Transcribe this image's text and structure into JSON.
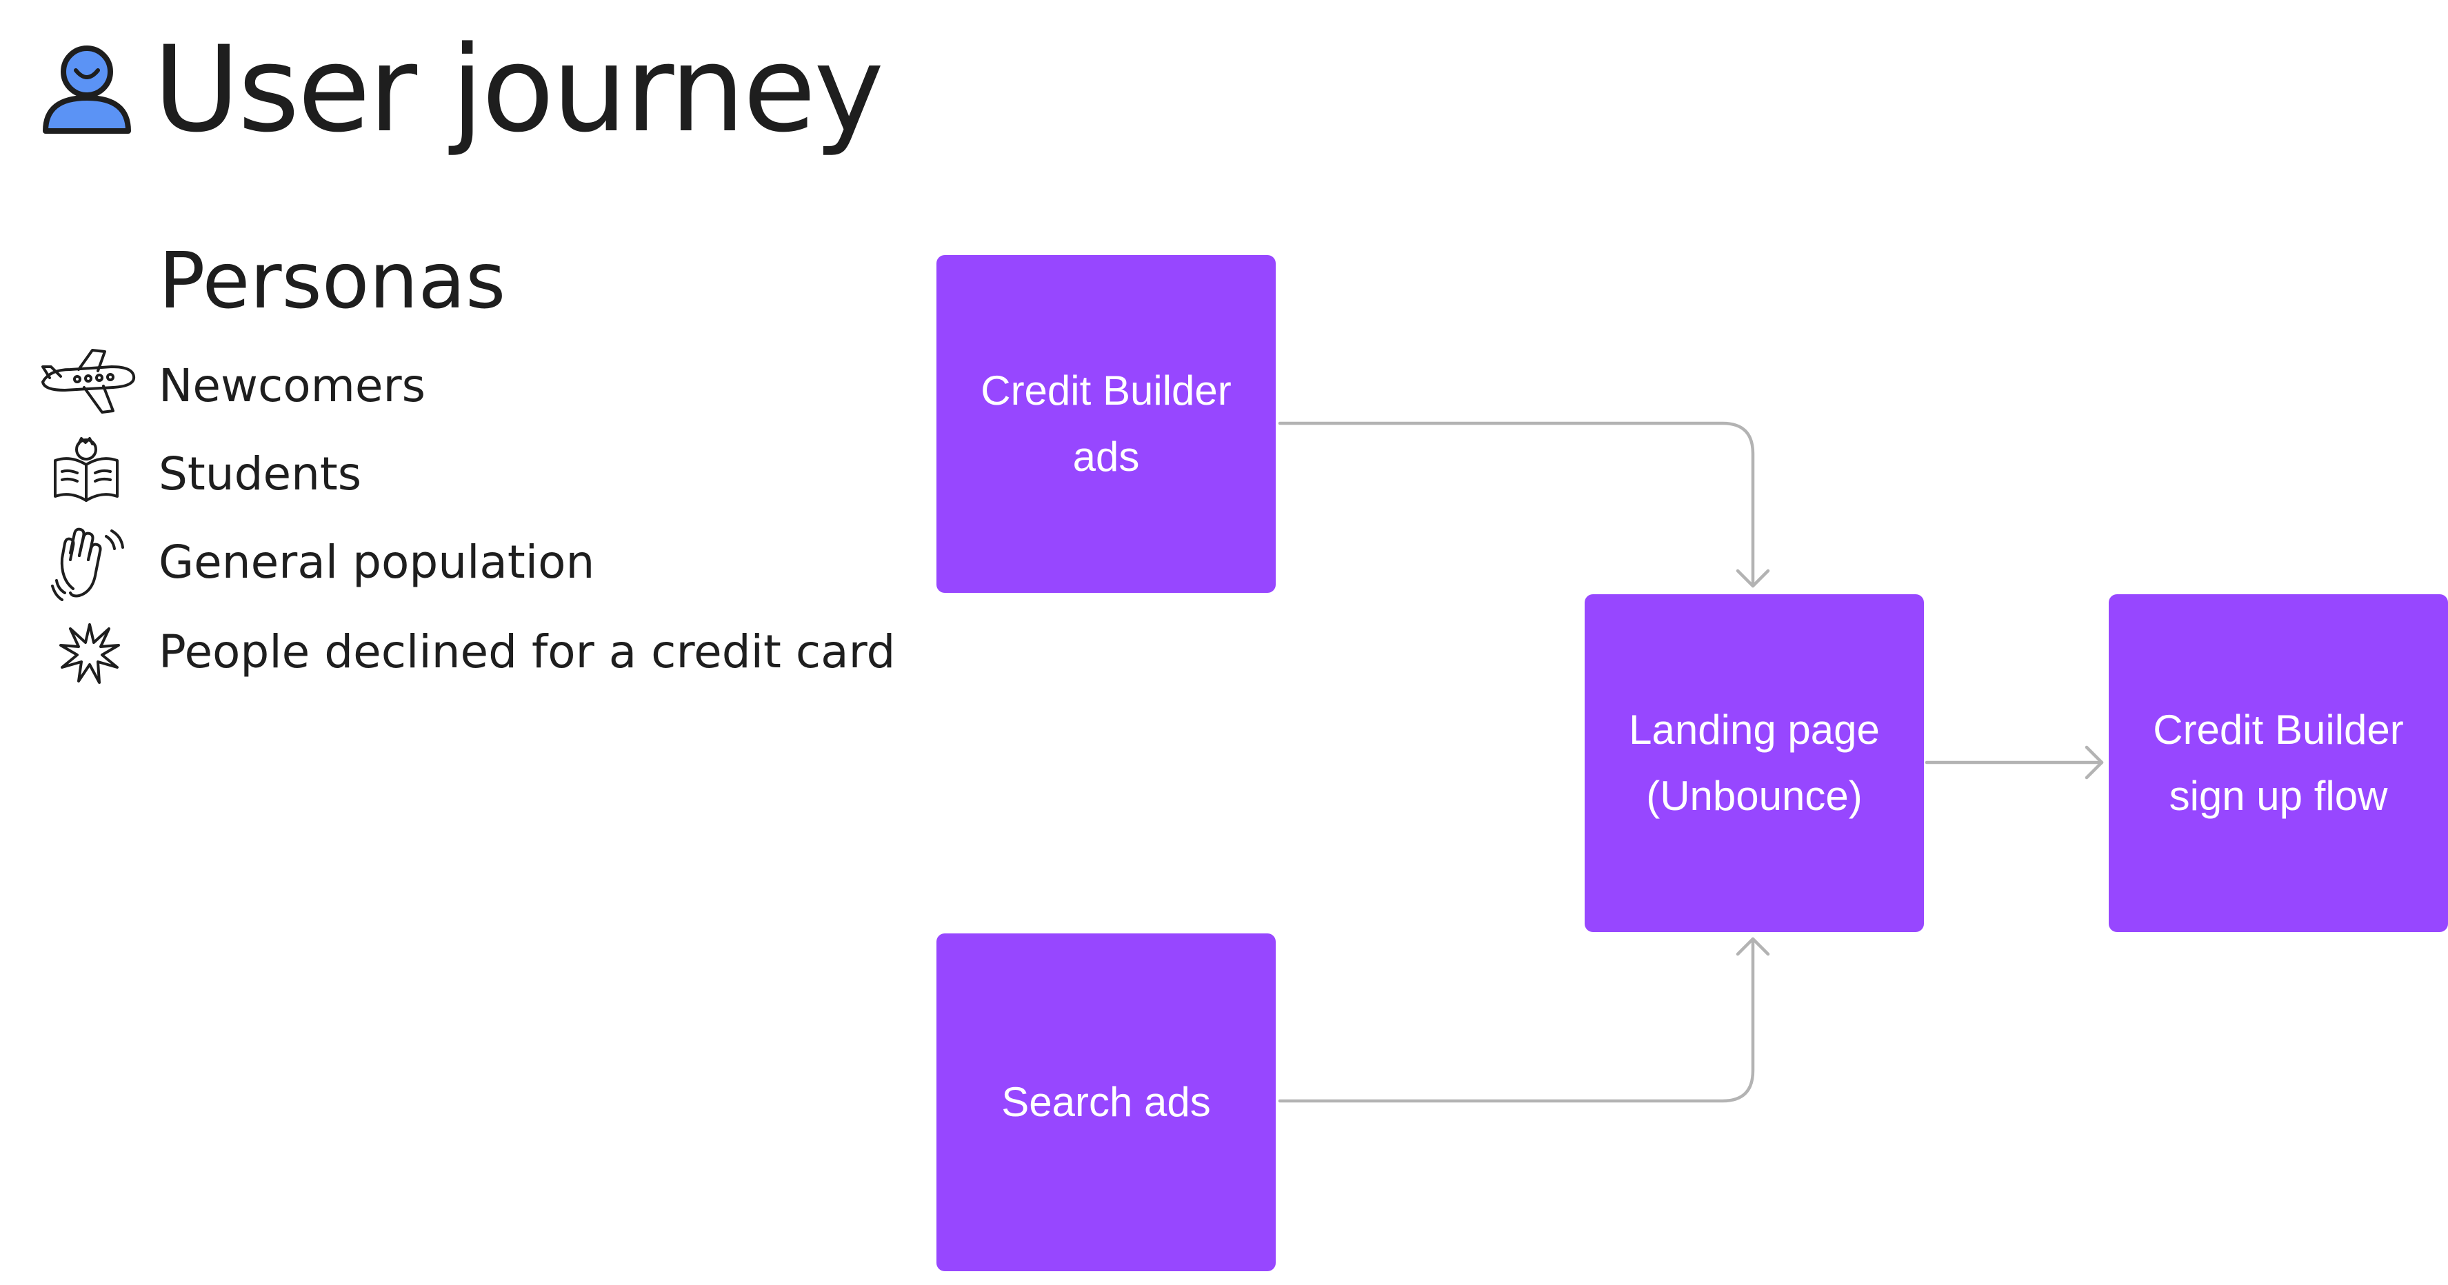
{
  "header": {
    "title": "User journey",
    "icon": "user-icon"
  },
  "personas": {
    "heading": "Personas",
    "items": [
      {
        "label": "Newcomers",
        "icon": "airplane-icon"
      },
      {
        "label": "Students",
        "icon": "reading-book-icon"
      },
      {
        "label": "General population",
        "icon": "waving-hand-icon"
      },
      {
        "label": "People declined for a credit card",
        "icon": "starburst-icon"
      }
    ]
  },
  "flow": {
    "nodes": {
      "credit_builder_ads": "Credit Builder\nads",
      "search_ads": "Search ads",
      "landing_page": "Landing page\n(Unbounce)",
      "sign_up_flow": "Credit Builder\nsign up flow"
    }
  },
  "colors": {
    "node_fill": "#9747ff",
    "node_text": "#ffffff",
    "connector": "#b3b3b3",
    "user_icon_fill": "#5b93f5",
    "text": "#1e1e1e"
  }
}
